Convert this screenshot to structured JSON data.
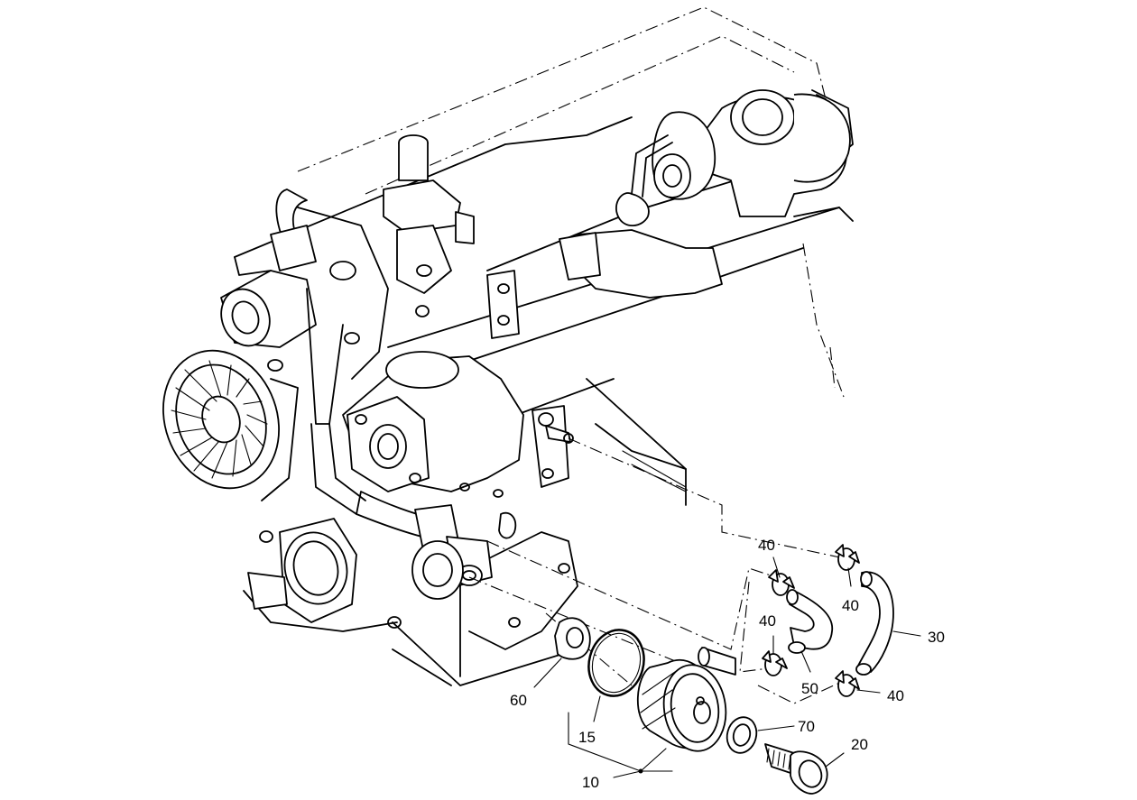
{
  "diagram": {
    "callouts": {
      "p10": "10",
      "p15": "15",
      "p20": "20",
      "p30": "30",
      "p40a": "40",
      "p40b": "40",
      "p40c": "40",
      "p40d": "40",
      "p50": "50",
      "p60": "60",
      "p70": "70"
    }
  }
}
